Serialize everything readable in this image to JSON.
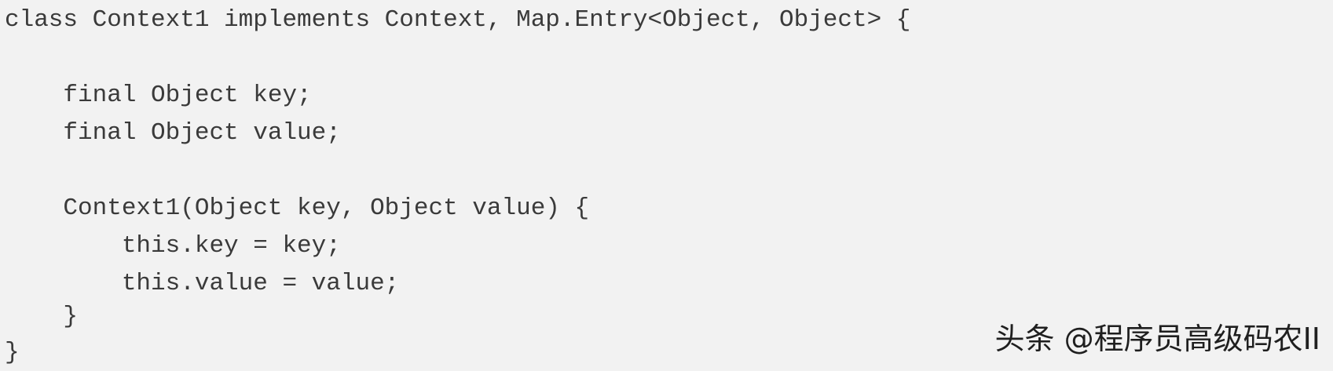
{
  "code": {
    "lines": [
      "class Context1 implements Context, Map.Entry<Object, Object> {",
      "",
      "    final Object key;",
      "    final Object value;",
      "",
      "    Context1(Object key, Object value) {",
      "        this.key = key;",
      "        this.value = value;",
      "    }",
      "}"
    ]
  },
  "watermark": {
    "text": "头条 @程序员高级码农II"
  }
}
